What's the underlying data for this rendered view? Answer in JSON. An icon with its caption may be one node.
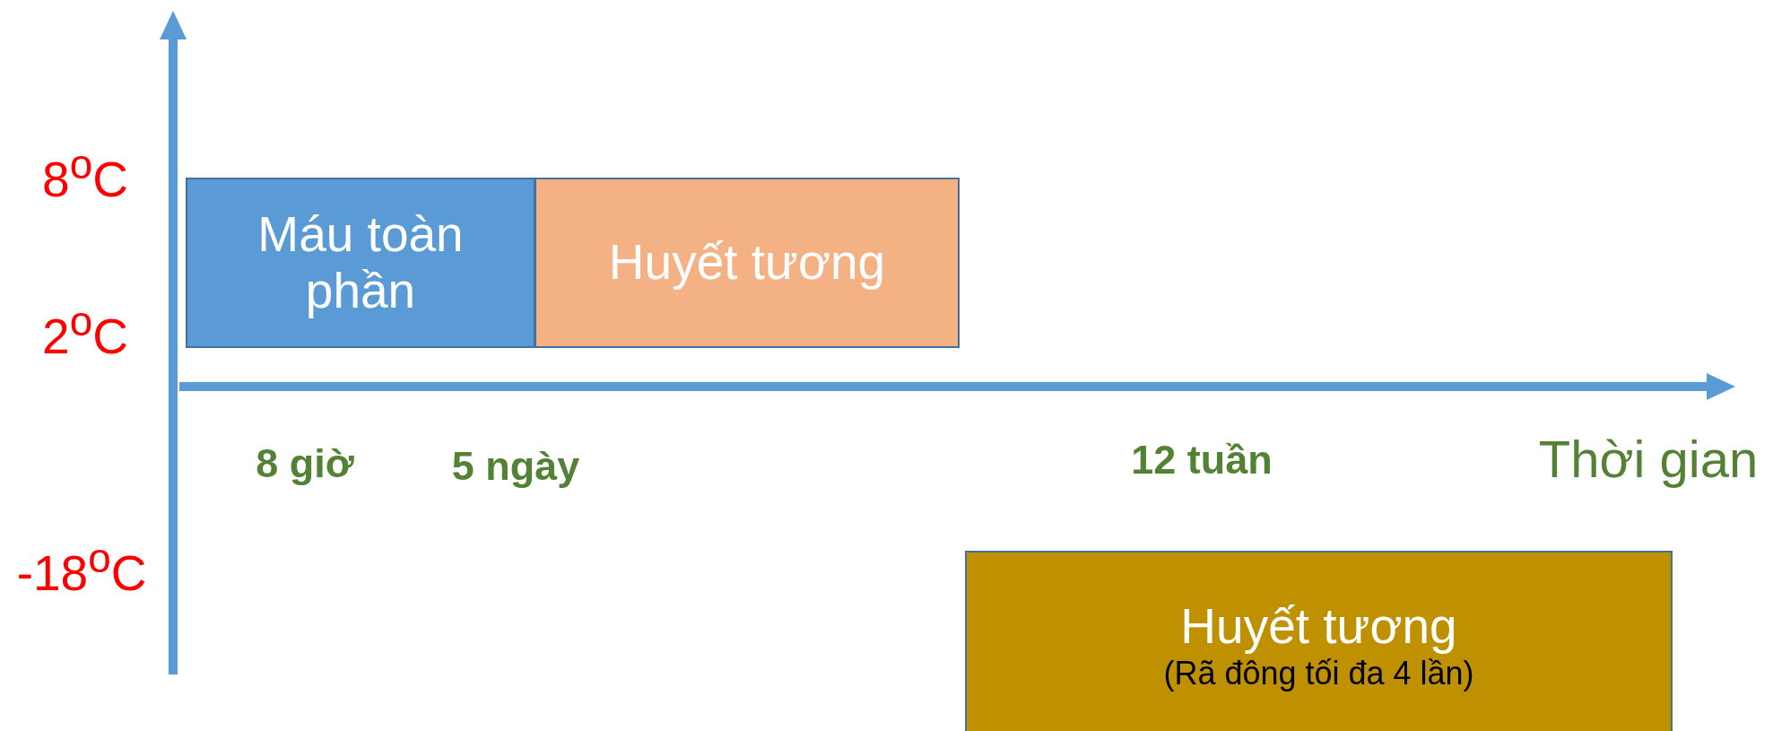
{
  "diagram": {
    "nodes": [
      {
        "text": [
          "Máu toàn phần"
        ]
      },
      {
        "text": [
          "Huyết tương"
        ]
      },
      {
        "text": [
          "Huyết tương",
          "(Rã đông tối đa 4 lần)"
        ]
      }
    ],
    "edges": [],
    "labels": [
      "8$^{o}$C",
      "2$^{o}$C",
      "8 giờ",
      "5 ngày",
      "12 tuần",
      "Thời gian",
      "-18$^{o}$C"
    ]
  }
}
